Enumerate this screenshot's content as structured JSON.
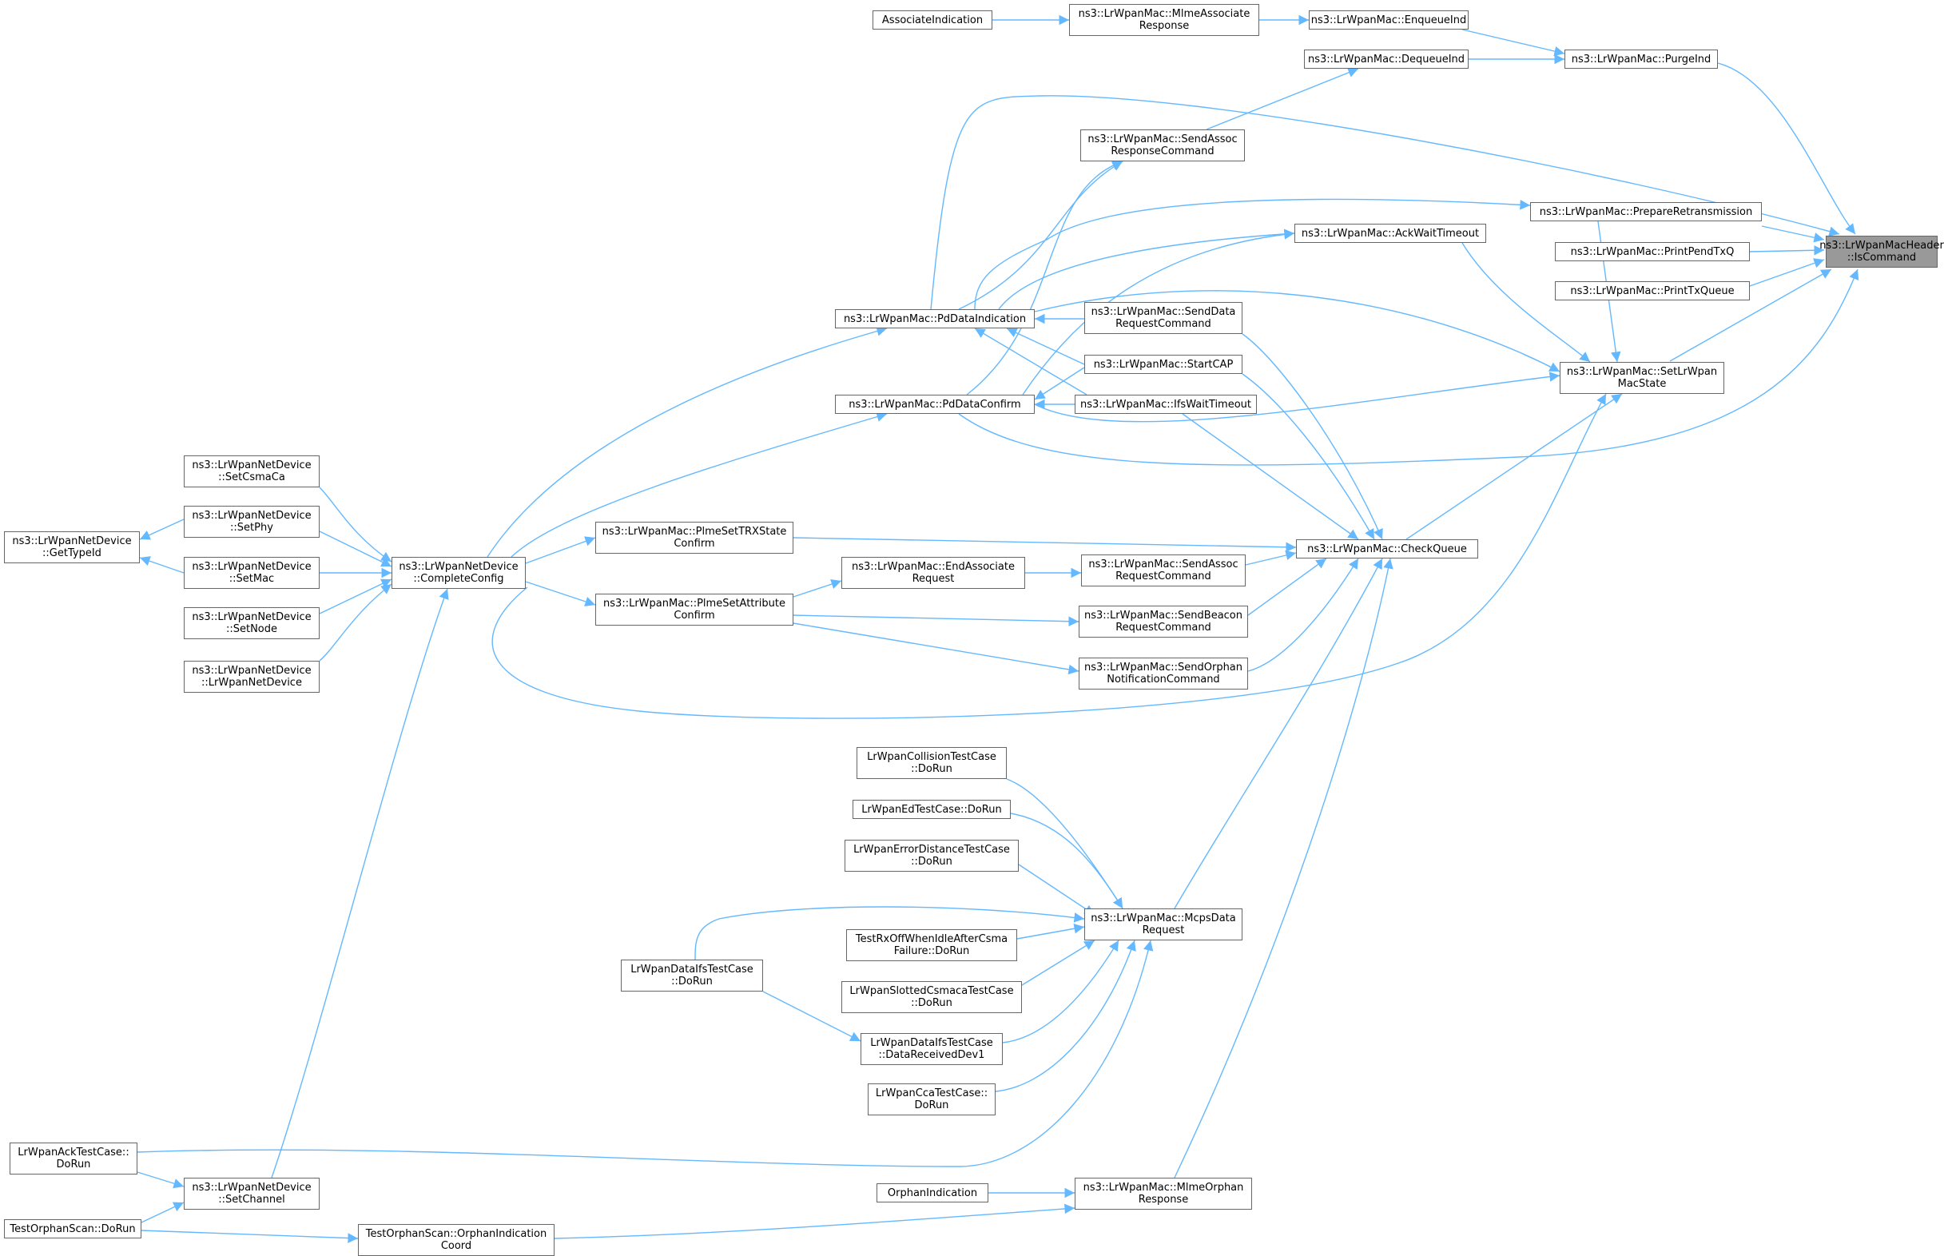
{
  "colors": {
    "edge": "#63b8ff",
    "node_border": "#666666",
    "node_fill": "#ffffff",
    "root_fill": "#999999"
  },
  "nodes": {
    "is_command": "ns3::LrWpanMacHeader\n::IsCommand",
    "purge_ind": "ns3::LrWpanMac::PurgeInd",
    "enqueue_ind": "ns3::LrWpanMac::EnqueueInd",
    "dequeue_ind": "ns3::LrWpanMac::DequeueInd",
    "mlme_assoc_resp": "ns3::LrWpanMac::MlmeAssociate\nResponse",
    "associate_indication": "AssociateIndication",
    "send_assoc_resp_cmd": "ns3::LrWpanMac::SendAssoc\nResponseCommand",
    "prepare_retx": "ns3::LrWpanMac::PrepareRetransmission",
    "ack_wait_timeout": "ns3::LrWpanMac::AckWaitTimeout",
    "print_pend_txq": "ns3::LrWpanMac::PrintPendTxQ",
    "print_txqueue": "ns3::LrWpanMac::PrintTxQueue",
    "set_mac_state": "ns3::LrWpanMac::SetLrWpan\nMacState",
    "pd_data_indication": "ns3::LrWpanMac::PdDataIndication",
    "send_data_req_cmd": "ns3::LrWpanMac::SendData\nRequestCommand",
    "start_cap": "ns3::LrWpanMac::StartCAP",
    "ifs_wait_timeout": "ns3::LrWpanMac::IfsWaitTimeout",
    "pd_data_confirm": "ns3::LrWpanMac::PdDataConfirm",
    "check_queue": "ns3::LrWpanMac::CheckQueue",
    "plme_set_trx_confirm": "ns3::LrWpanMac::PlmeSetTRXState\nConfirm",
    "end_associate_request": "ns3::LrWpanMac::EndAssociate\nRequest",
    "send_assoc_req_cmd": "ns3::LrWpanMac::SendAssoc\nRequestCommand",
    "plme_set_attr_confirm": "ns3::LrWpanMac::PlmeSetAttribute\nConfirm",
    "send_beacon_req_cmd": "ns3::LrWpanMac::SendBeacon\nRequestCommand",
    "send_orphan_notif_cmd": "ns3::LrWpanMac::SendOrphan\nNotificationCommand",
    "complete_config": "ns3::LrWpanNetDevice\n::CompleteConfig",
    "set_csmaca": "ns3::LrWpanNetDevice\n::SetCsmaCa",
    "set_phy": "ns3::LrWpanNetDevice\n::SetPhy",
    "set_mac": "ns3::LrWpanNetDevice\n::SetMac",
    "set_node": "ns3::LrWpanNetDevice\n::SetNode",
    "lrwpan_net_device": "ns3::LrWpanNetDevice\n::LrWpanNetDevice",
    "get_type_id": "ns3::LrWpanNetDevice\n::GetTypeId",
    "mcps_data_request": "ns3::LrWpanMac::McpsData\nRequest",
    "collision_doRun": "LrWpanCollisionTestCase\n::DoRun",
    "ed_doRun": "LrWpanEdTestCase::DoRun",
    "error_distance_doRun": "LrWpanErrorDistanceTestCase\n::DoRun",
    "data_ifs_doRun": "LrWpanDataIfsTestCase\n::DoRun",
    "rxoff_doRun": "TestRxOffWhenIdleAfterCsma\nFailure::DoRun",
    "slotted_csmaca_doRun": "LrWpanSlottedCsmacaTestCase\n::DoRun",
    "data_received_dev1": "LrWpanDataIfsTestCase\n::DataReceivedDev1",
    "cca_doRun": "LrWpanCcaTestCase::\nDoRun",
    "ack_doRun": "LrWpanAckTestCase::\nDoRun",
    "set_channel": "ns3::LrWpanNetDevice\n::SetChannel",
    "orphan_scan_doRun": "TestOrphanScan::DoRun",
    "orphan_indication_coord": "TestOrphanScan::OrphanIndication\nCoord",
    "orphan_indication": "OrphanIndication",
    "mlme_orphan_resp": "ns3::LrWpanMac::MlmeOrphan\nResponse"
  }
}
